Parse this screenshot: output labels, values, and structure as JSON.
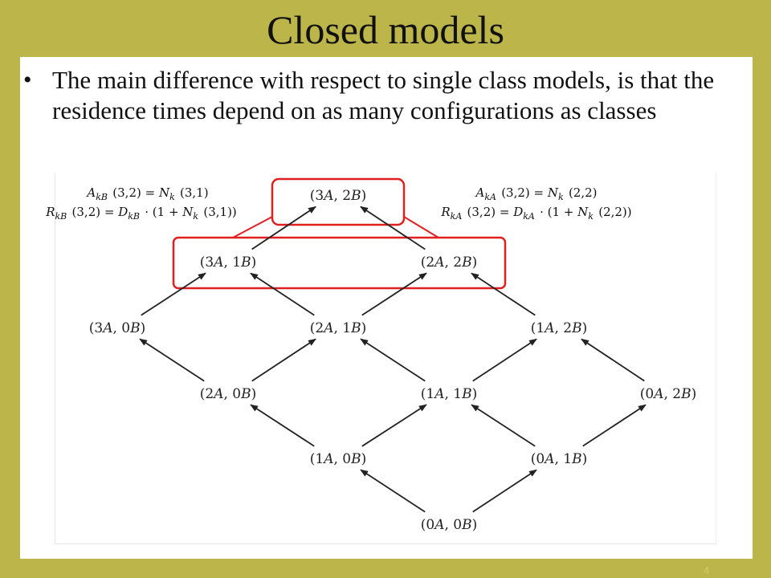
{
  "slide": {
    "title": "Closed models",
    "bullet": "The main difference with respect to single class models, is that the residence times depend on as many configurations as classes",
    "page_number": "4"
  },
  "formulas": {
    "left_line1": "A_kB (3,2) = N_k (3,1)",
    "left_line2": "R_kB (3,2) = D_kB · (1 + N_k (3,1))",
    "right_line1": "A_kA (3,2) = N_k (2,2)",
    "right_line2": "R_kA (3,2) = D_kA · (1 + N_k (2,2))"
  },
  "nodes": [
    {
      "id": "3A2B",
      "a": "3",
      "b": "2"
    },
    {
      "id": "3A1B",
      "a": "3",
      "b": "1"
    },
    {
      "id": "2A2B",
      "a": "2",
      "b": "2"
    },
    {
      "id": "3A0B",
      "a": "3",
      "b": "0"
    },
    {
      "id": "2A1B",
      "a": "2",
      "b": "1"
    },
    {
      "id": "1A2B",
      "a": "1",
      "b": "2"
    },
    {
      "id": "2A0B",
      "a": "2",
      "b": "0"
    },
    {
      "id": "1A1B",
      "a": "1",
      "b": "1"
    },
    {
      "id": "0A2B",
      "a": "0",
      "b": "2"
    },
    {
      "id": "1A0B",
      "a": "1",
      "b": "0"
    },
    {
      "id": "0A1B",
      "a": "0",
      "b": "1"
    },
    {
      "id": "0A0B",
      "a": "0",
      "b": "0"
    }
  ],
  "edges": [
    [
      "3A1B",
      "3A2B"
    ],
    [
      "2A2B",
      "3A2B"
    ],
    [
      "3A0B",
      "3A1B"
    ],
    [
      "2A1B",
      "3A1B"
    ],
    [
      "2A1B",
      "2A2B"
    ],
    [
      "1A2B",
      "2A2B"
    ],
    [
      "2A0B",
      "3A0B"
    ],
    [
      "2A0B",
      "2A1B"
    ],
    [
      "1A1B",
      "2A1B"
    ],
    [
      "1A1B",
      "1A2B"
    ],
    [
      "0A2B",
      "1A2B"
    ],
    [
      "1A0B",
      "2A0B"
    ],
    [
      "1A0B",
      "1A1B"
    ],
    [
      "0A1B",
      "1A1B"
    ],
    [
      "0A1B",
      "0A2B"
    ],
    [
      "0A0B",
      "1A0B"
    ],
    [
      "0A0B",
      "0A1B"
    ]
  ],
  "colors": {
    "background": "#bbb54a",
    "highlight": "#e02020",
    "arrow": "#222222"
  }
}
